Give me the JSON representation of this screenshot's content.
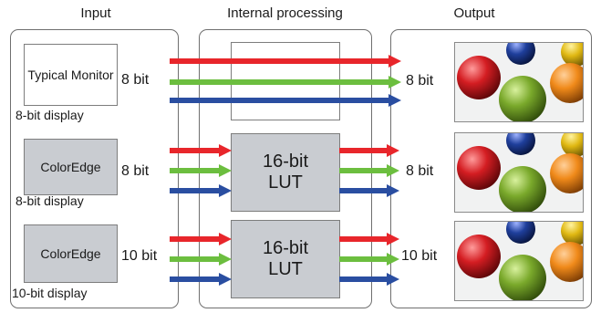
{
  "headers": {
    "input": "Input",
    "processing": "Internal processing",
    "output": "Output"
  },
  "rows": [
    {
      "device": "Typical Monitor",
      "input_bits": "8 bit",
      "display": "8-bit display",
      "lut": null,
      "output_bits": "8 bit"
    },
    {
      "device": "ColorEdge",
      "input_bits": "8 bit",
      "display": "8-bit display",
      "lut": "16-bit LUT",
      "output_bits": "8 bit"
    },
    {
      "device": "ColorEdge",
      "input_bits": "10 bit",
      "display": "10-bit display",
      "lut": "16-bit LUT",
      "output_bits": "10 bit"
    }
  ],
  "lut_parts": [
    "16-bit",
    "LUT"
  ],
  "colors": {
    "red": "#e8262b",
    "green": "#6cbe3f",
    "blue": "#2a4ea1",
    "device_fill": "#c9ccd1"
  },
  "icons": [
    "rgb-arrow-icon",
    "spheres-image"
  ]
}
